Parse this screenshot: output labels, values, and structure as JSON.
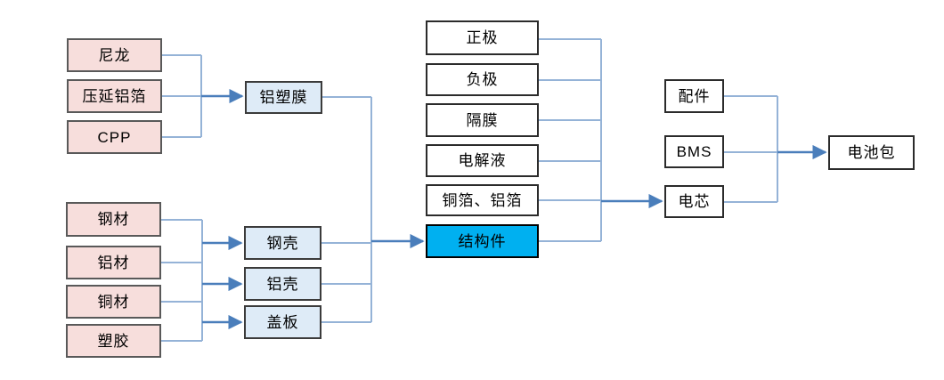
{
  "diagram": {
    "title": "battery-pack-supply-chain-flowchart",
    "colors": {
      "background": "#ffffff",
      "raw_material_fill": "#f7dedc",
      "component_fill": "#deebf7",
      "plain_fill": "#ffffff",
      "highlight_fill": "#00b0f0",
      "box_border": "#3b3b3b",
      "connector_line": "#95b3d7",
      "connector_arrow": "#4a7ebb",
      "text": "#000000"
    },
    "nodes": {
      "nylon": {
        "label": "尼龙"
      },
      "rolled_aluminum_foil": {
        "label": "压延铝箔"
      },
      "cpp": {
        "label": "CPP"
      },
      "aluminum_plastic_film": {
        "label": "铝塑膜"
      },
      "steel": {
        "label": "钢材"
      },
      "aluminum": {
        "label": "铝材"
      },
      "copper": {
        "label": "铜材"
      },
      "plastic": {
        "label": "塑胶"
      },
      "steel_shell": {
        "label": "钢壳"
      },
      "aluminum_shell": {
        "label": "铝壳"
      },
      "cover_plate": {
        "label": "盖板"
      },
      "cathode": {
        "label": "正极"
      },
      "anode": {
        "label": "负极"
      },
      "separator": {
        "label": "隔膜"
      },
      "electrolyte": {
        "label": "电解液"
      },
      "copper_aluminum_foil": {
        "label": "铜箔、铝箔"
      },
      "structural_parts": {
        "label": "结构件"
      },
      "accessories": {
        "label": "配件"
      },
      "bms": {
        "label": "BMS"
      },
      "cell": {
        "label": "电芯"
      },
      "battery_pack": {
        "label": "电池包"
      }
    },
    "edges": [
      "尼龙→铝塑膜",
      "压延铝箔→铝塑膜",
      "CPP→铝塑膜",
      "钢材→钢壳/铝壳/盖板",
      "铝材→钢壳/铝壳/盖板",
      "铜材→钢壳/铝壳/盖板",
      "塑胶→钢壳/铝壳/盖板",
      "铝塑膜→结构件",
      "钢壳→结构件",
      "铝壳→结构件",
      "盖板→结构件",
      "正极→电芯",
      "负极→电芯",
      "隔膜→电芯",
      "电解液→电芯",
      "铜箔、铝箔→电芯",
      "结构件→电芯",
      "配件→电池包",
      "BMS→电池包",
      "电芯→电池包"
    ]
  }
}
